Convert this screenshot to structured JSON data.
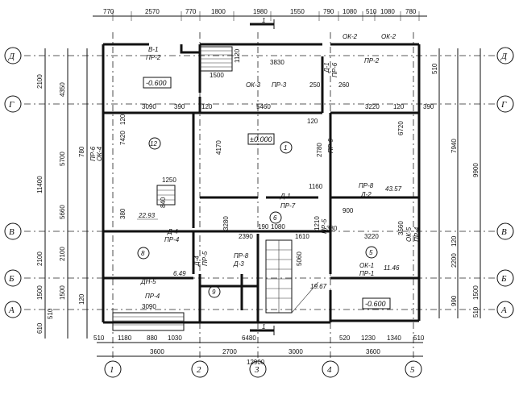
{
  "top_dims": [
    "770",
    "2570",
    "770",
    "1800",
    "1980",
    "1550",
    "790",
    "1080",
    "510",
    "1080",
    "780"
  ],
  "bottom_dims_row1": [
    "510",
    "1180",
    "880",
    "1030",
    "6480",
    "520",
    "1230",
    "1340",
    "510"
  ],
  "bottom_dims_row2": [
    "3600",
    "2700",
    "3000",
    "3600"
  ],
  "bottom_total": "12900",
  "col_axes": [
    "1",
    "2",
    "3",
    "4",
    "5"
  ],
  "row_axes": [
    "Д",
    "Г",
    "В",
    "Б",
    "А"
  ],
  "left_dims_outer": [
    "2100",
    "4350",
    "11400",
    "5660",
    "2100",
    "1500",
    "610",
    "510"
  ],
  "left_dims_inner": [
    "780",
    "5700",
    "2100",
    "1500",
    "120"
  ],
  "right_dims": [
    "7940",
    "9900",
    "2200",
    "1500",
    "990",
    "510",
    "510",
    "120"
  ],
  "rooms": [
    "12",
    "1",
    "6",
    "8",
    "9",
    "5"
  ],
  "levels": [
    "-0.600",
    "±0.000",
    "-0.600"
  ],
  "areas": [
    "22.93",
    "43.57",
    "6.49",
    "19.67",
    "11.46"
  ],
  "inner_dims": [
    "3090",
    "390",
    "120",
    "5460",
    "3220",
    "390",
    "120",
    "4170",
    "2780",
    "6720",
    "7420",
    "1160",
    "900",
    "1210",
    "3560",
    "3220",
    "380",
    "190",
    "1080",
    "1610",
    "2390",
    "5060",
    "840",
    "1250",
    "380",
    "3280",
    "3830",
    "1500",
    "1120",
    "250",
    "260",
    "3090",
    "120",
    "120"
  ],
  "labels": [
    "В-1",
    "ПР-2",
    "ОК-2",
    "ОК-2",
    "ПР-2",
    "ОК-3",
    "ПР-3",
    "Д-1",
    "ПР-6",
    "ПР-6",
    "ОК-4",
    "ПР-9",
    "Д-1",
    "ПР-7",
    "ПР-8",
    "Д-2",
    "ПР-5",
    "ОК-5",
    "ПР-4",
    "Д-4",
    "ПР-4",
    "Д-4",
    "ПР-5",
    "ПР-8",
    "Д-3",
    "ДН-5",
    "ПР-4",
    "ОК-1",
    "ПР-1"
  ],
  "cut_mark": "1"
}
